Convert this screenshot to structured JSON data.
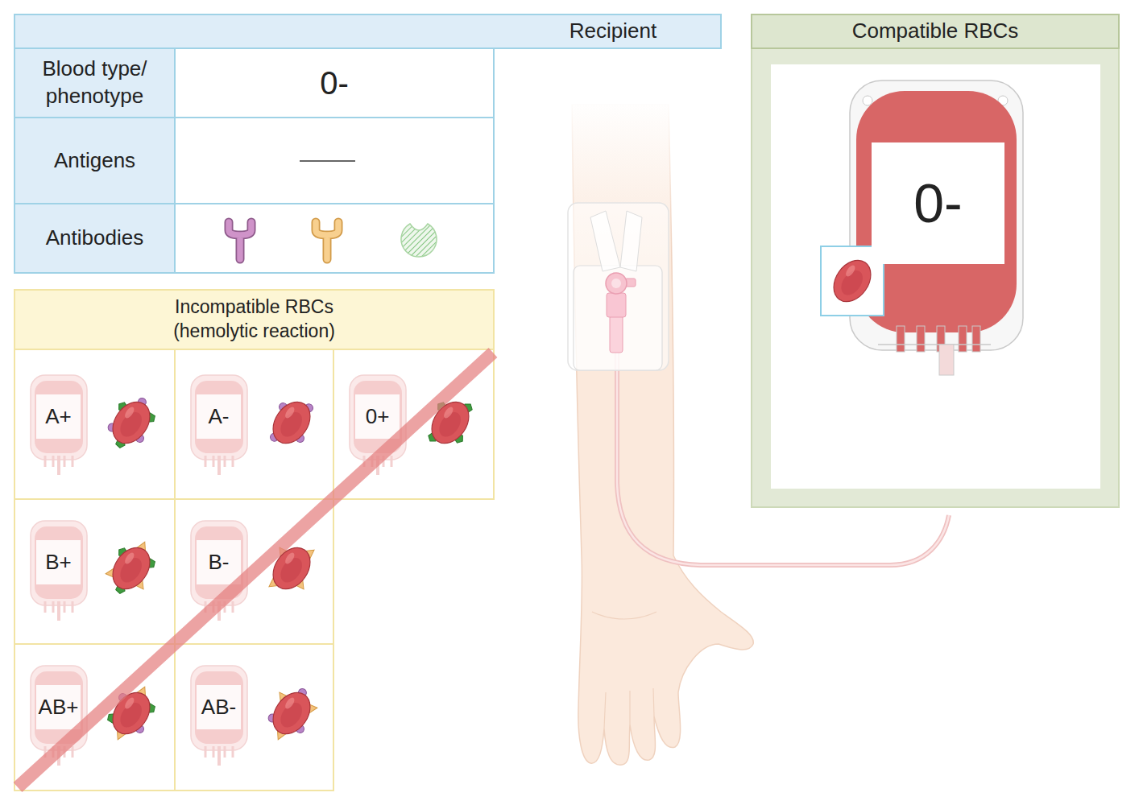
{
  "diagram": {
    "nodes": [
      {
        "text": [
          "Recipient"
        ]
      },
      {
        "text": [
          "Incompatible RBCs (hemolytic reaction)"
        ]
      },
      {
        "text": [
          "A+"
        ],
        "in": 1
      },
      {
        "text": [
          "A-"
        ],
        "in": 1
      },
      {
        "text": [
          "0+"
        ],
        "in": 1
      },
      {
        "text": [
          "B+"
        ],
        "in": 1
      },
      {
        "text": [
          "B-"
        ],
        "in": 1
      },
      {
        "text": [
          "AB+"
        ],
        "in": 1
      },
      {
        "text": [
          "AB-"
        ],
        "in": 1
      },
      {
        "text": [
          "Compatible RBCs"
        ]
      },
      {
        "text": [
          "0-"
        ],
        "in": 9
      }
    ],
    "labels": [
      "Blood type/ phenotype",
      "0-",
      "Antigens",
      "Antibodies"
    ]
  }
}
